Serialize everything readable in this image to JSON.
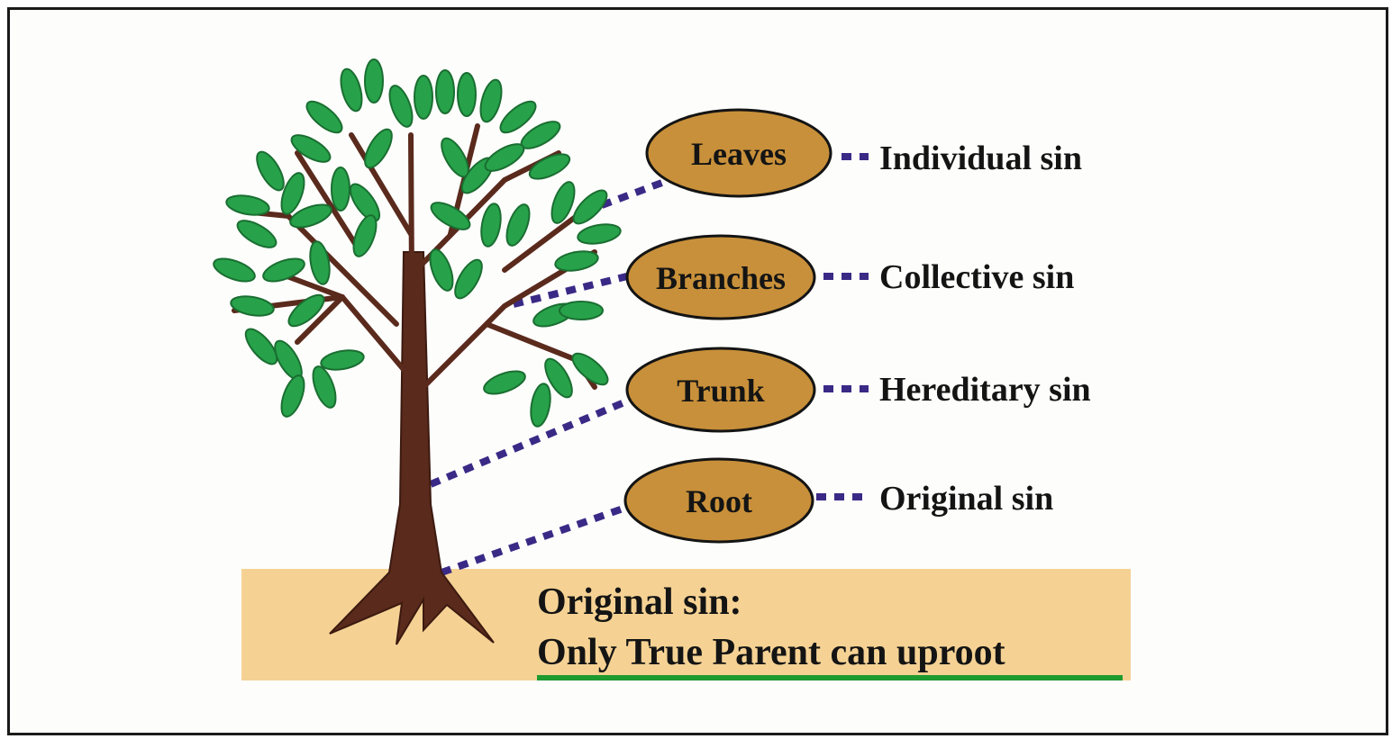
{
  "nodes": [
    {
      "key": "leaves",
      "label": "Leaves",
      "meaning": "Individual sin"
    },
    {
      "key": "branches",
      "label": "Branches",
      "meaning": "Collective sin"
    },
    {
      "key": "trunk",
      "label": "Trunk",
      "meaning": "Hereditary sin"
    },
    {
      "key": "root",
      "label": "Root",
      "meaning": "Original sin"
    }
  ],
  "caption": {
    "line1": "Original sin:",
    "line2": "Only True Parent can uproot"
  },
  "colors": {
    "ellipse_fill": "#c8903a",
    "connector": "#3a2a86",
    "soil": "#f5d294",
    "trunk": "#5a2a1c",
    "leaf": "#27a24a",
    "underline": "#1e9a2e"
  }
}
